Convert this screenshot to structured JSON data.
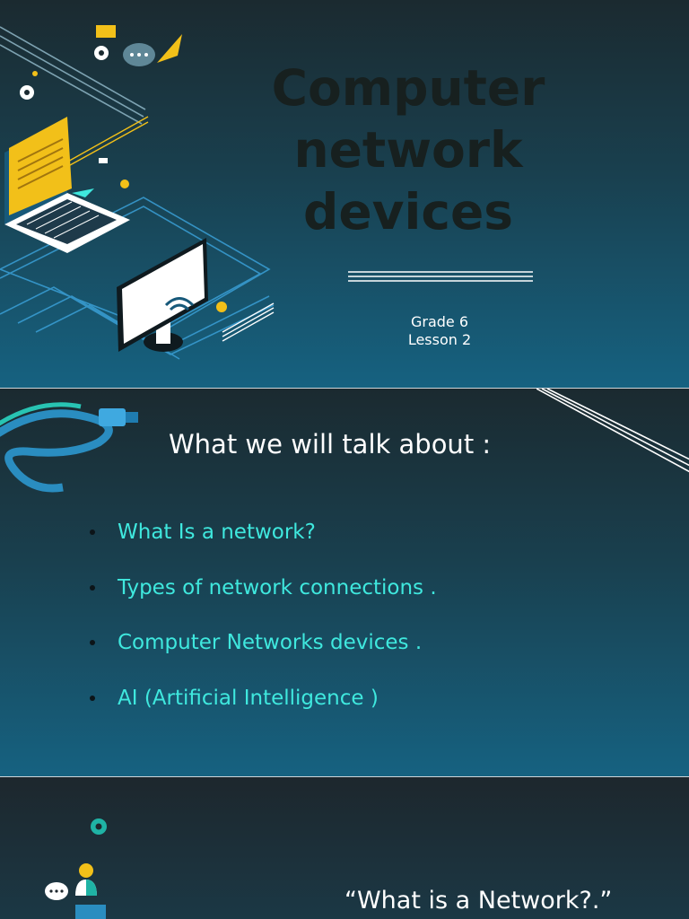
{
  "slide1": {
    "title_line1": "Computer",
    "title_line2": "network",
    "title_line3": "devices",
    "subtitle_grade": "Grade 6",
    "subtitle_lesson": "Lesson 2",
    "illustration_icons": [
      "envelope-icon",
      "gear-icon",
      "chat-bubble-icon",
      "paper-plane-icon",
      "laptop-icon",
      "folder-icon",
      "monitor-icon",
      "wifi-icon"
    ]
  },
  "slide2": {
    "heading": "What we will talk about :",
    "bullets": [
      "What Is a network?",
      "Types of network connections .",
      "Computer Networks devices .",
      "AI (Artificial Intelligence )"
    ],
    "illustration_icons": [
      "usb-cable-icon"
    ]
  },
  "slide3": {
    "quote": "“What is a Network?.”",
    "illustration_icons": [
      "gear-icon",
      "chat-bubble-icon",
      "person-icon"
    ]
  },
  "colors": {
    "title": "#17201f",
    "bullet_text": "#3fe8de",
    "accent_yellow": "#f2c019",
    "background_teal": "#166281"
  }
}
